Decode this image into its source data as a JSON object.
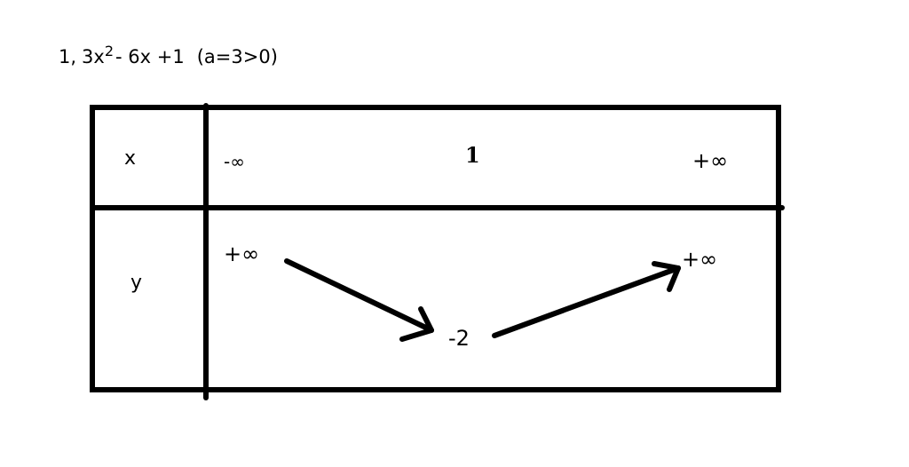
{
  "heading": {
    "index": "1,",
    "coef": "3x",
    "exponent": "2",
    "rest": "- 6x +1",
    "condition": "(a=3>0)"
  },
  "table": {
    "x_label": "x",
    "y_label": "y",
    "x_values": [
      "-∞",
      "1",
      "+∞"
    ],
    "y_values": [
      "+∞",
      "-2",
      "+∞"
    ]
  },
  "arrows": [
    {
      "from": "+∞",
      "to": "-2",
      "direction": "decreasing"
    },
    {
      "from": "-2",
      "to": "+∞",
      "direction": "increasing"
    }
  ]
}
